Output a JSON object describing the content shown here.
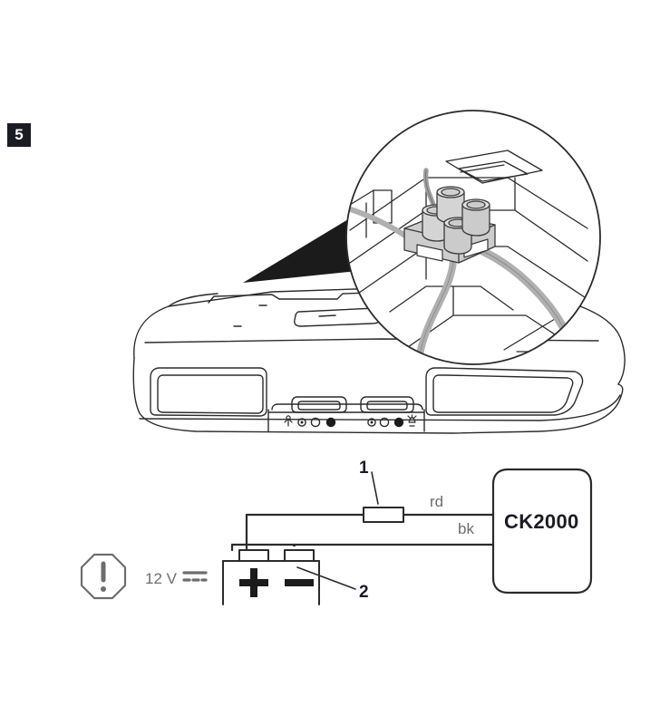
{
  "document": {
    "type": "installation-instruction-diagram",
    "step_number": "5"
  },
  "detail_view": {
    "name": "magnified-terminal-block",
    "description": "circular callout showing 4-post screw terminal block with cables"
  },
  "device_view": {
    "name": "roof-unit",
    "control_panel": {
      "icons": [
        "fan-icon",
        "lamp-icon"
      ],
      "indicator_count": 6
    }
  },
  "wiring_diagram": {
    "unit_label": "CK2000",
    "wires": [
      {
        "id": "rd",
        "label": "rd",
        "color_name": "red"
      },
      {
        "id": "bk",
        "label": "bk",
        "color_name": "black"
      }
    ],
    "battery": {
      "positive_symbol": "+",
      "negative_symbol": "−"
    },
    "voltage": "12 V",
    "dc_symbol": "dc-current-icon",
    "callouts": [
      {
        "number": "1",
        "refers_to": "fuse"
      },
      {
        "number": "2",
        "refers_to": "negative-battery-terminal"
      }
    ]
  },
  "colors": {
    "line": "#2b2b2b",
    "badge_bg": "#1b1b24",
    "label_gray": "#6d6d6d",
    "cable_gray": "#b6b6b6",
    "terminal_gray": "#cfcfcf"
  }
}
